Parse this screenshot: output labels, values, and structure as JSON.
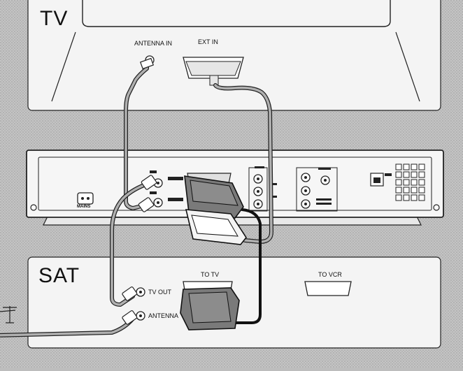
{
  "tv": {
    "title": "TV",
    "antenna_in": "ANTENNA IN",
    "ext_in": "EXT IN"
  },
  "sat": {
    "title": "SAT",
    "to_tv": "TO TV",
    "to_vcr": "TO VCR",
    "tv_out": "TV OUT",
    "antenna": "ANTENNA"
  },
  "recorder": {
    "mains": "MAINS"
  },
  "colors": {
    "background": "#bdbdbd",
    "panel": "#f2f2f2",
    "outline": "#111111",
    "cable": "#9a9a9a",
    "scart_plug": "#7a7a7a"
  }
}
